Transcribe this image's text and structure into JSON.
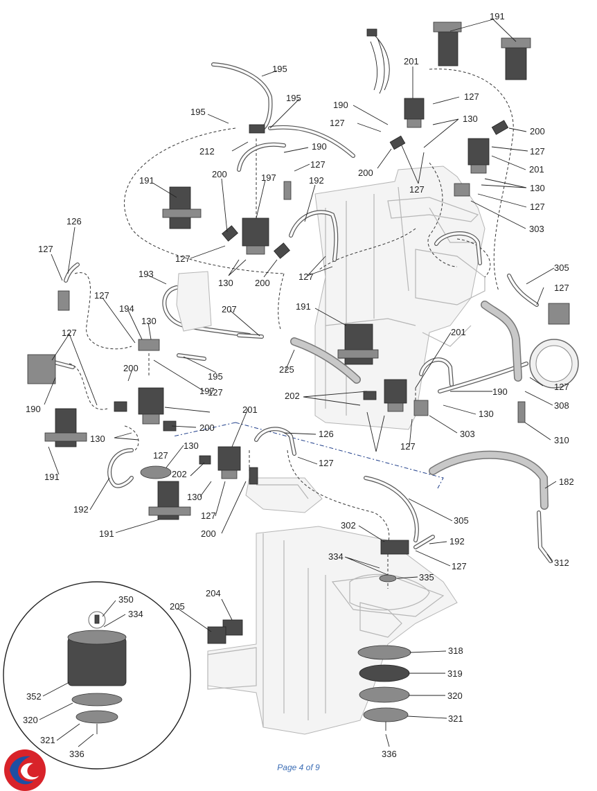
{
  "footer": {
    "page_text": "Page 4 of 9"
  },
  "colors": {
    "label_text": "#222222",
    "page_text": "#3b6db5",
    "logo_red": "#d8232a",
    "logo_blue": "#1d4fa3",
    "frame_grey": "#b5b5b5"
  },
  "labels": {
    "l191a": "191",
    "l201a": "201",
    "l127a": "127",
    "l195a": "195",
    "l195b": "195",
    "l195c": "195",
    "l190a": "190",
    "l127b": "127",
    "l130a": "130",
    "l200a": "200",
    "l127c": "127",
    "l201b": "201",
    "l212": "212",
    "l190b": "190",
    "l127d": "127",
    "l200b": "200",
    "l127e": "127",
    "l130b": "130",
    "l191b": "191",
    "l200c": "200",
    "l197a": "197",
    "l192a": "192",
    "l127f": "127",
    "l303a": "303",
    "l126a": "126",
    "l127g": "127",
    "l127h": "127",
    "l130c": "130",
    "l200d": "200",
    "l305a": "305",
    "l127i": "127",
    "l127j": "127",
    "l193": "193",
    "l127k": "127",
    "l194": "194",
    "l130d": "130",
    "l207": "207",
    "l191c": "191",
    "l201c": "201",
    "l127l": "127",
    "l200e": "200",
    "l195d": "195",
    "l225": "225",
    "l127m": "127",
    "l197b": "197",
    "l190c": "190",
    "l190d": "190",
    "l127n": "127",
    "l202a": "202",
    "l308": "308",
    "l200f": "200",
    "l130e": "130",
    "l130f": "130",
    "l303b": "303",
    "l310": "310",
    "l201d": "201",
    "l126b": "126",
    "l130g": "130",
    "l127o": "127",
    "l191d": "191",
    "l127p": "127",
    "l202b": "202",
    "l127q": "127",
    "l130h": "130",
    "l182": "182",
    "l192b": "192",
    "l127r": "127",
    "l305b": "305",
    "l191e": "191",
    "l200g": "200",
    "l302": "302",
    "l192c": "192",
    "l334a": "334",
    "l312": "312",
    "l127s": "127",
    "l335": "335",
    "l204": "204",
    "l350": "350",
    "l205": "205",
    "l334b": "334",
    "l318": "318",
    "l352": "352",
    "l319": "319",
    "l320a": "320",
    "l320b": "320",
    "l321a": "321",
    "l321b": "321",
    "l336a": "336",
    "l336b": "336"
  },
  "icons": {
    "logo": "circular-swirl-logo"
  }
}
